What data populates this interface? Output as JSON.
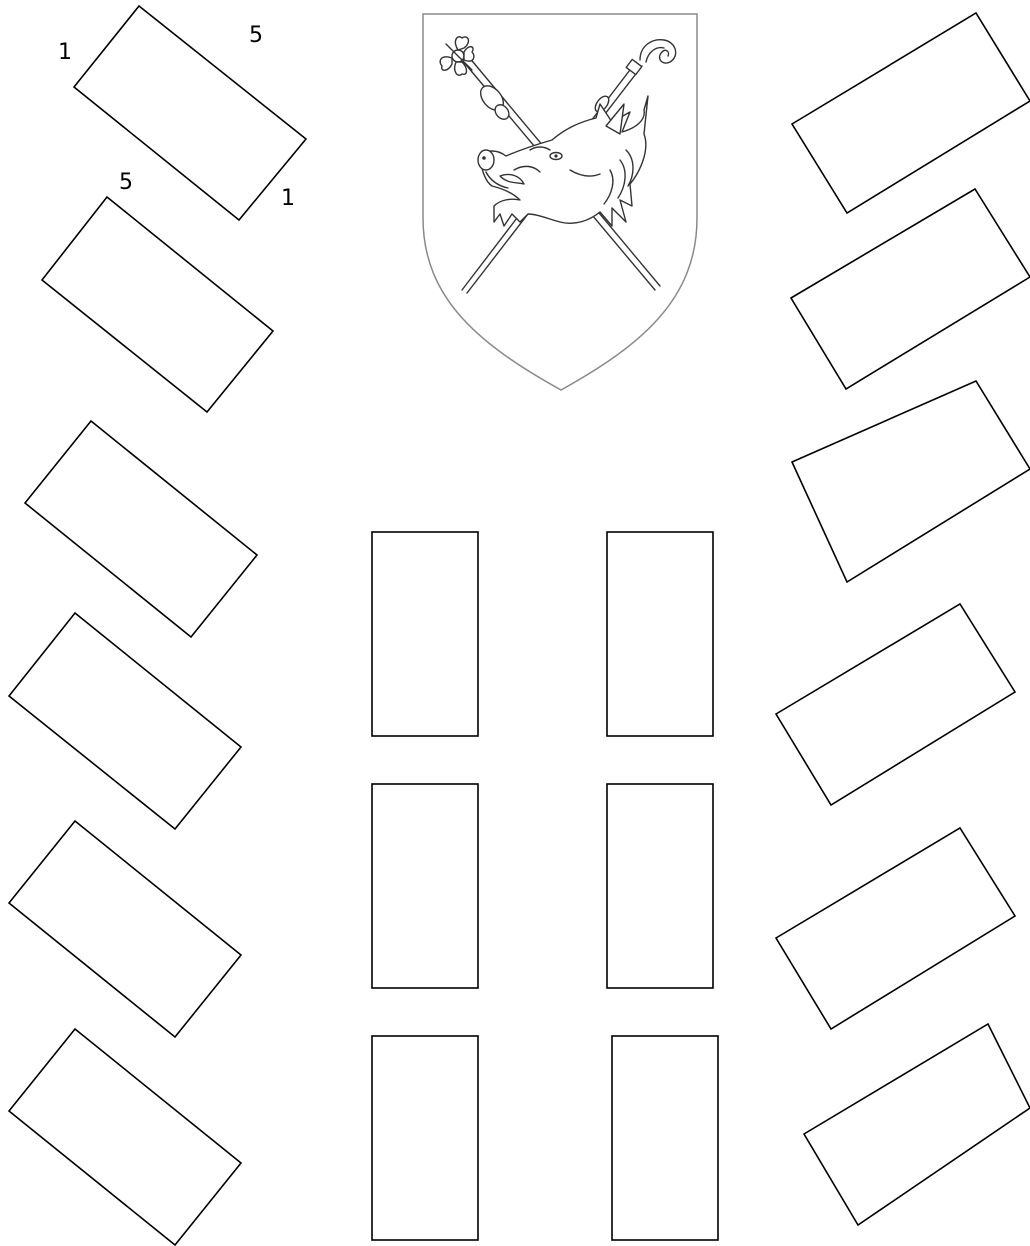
{
  "labels": {
    "top_left_near_left": "1",
    "top_left_near_top": "5",
    "second_left_top": "5",
    "top_left_near_bottom": "1"
  },
  "colors": {
    "box_stroke": "#000000",
    "shield_stroke": "#8a8a8a",
    "emblem_ink": "#333333"
  },
  "emblem": {
    "icon": "coat-of-arms-icon",
    "charges": [
      "boar-head-icon",
      "crozier-icon",
      "cross-staff-icon"
    ]
  }
}
